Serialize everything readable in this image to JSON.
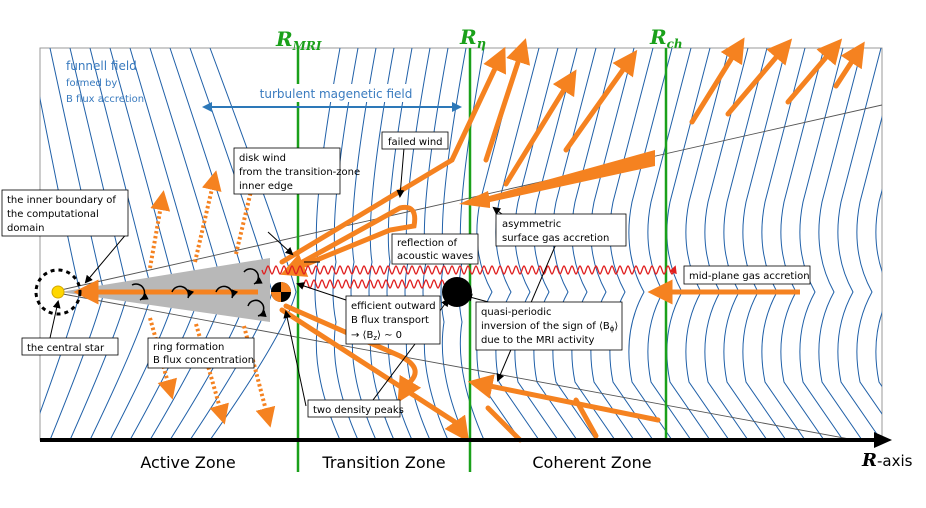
{
  "regions": {
    "inner": "funnell field",
    "inner_sub1": "formed by",
    "inner_sub2": "B flux accretion"
  },
  "radii": {
    "mri_main": "R",
    "mri_sub": "MRI",
    "eta_main": "R",
    "eta_sub": "η",
    "ch_main": "R",
    "ch_sub": "ch"
  },
  "turbulent_label": "turbulent magenetic field",
  "labels": {
    "failed_wind": "failed wind",
    "disk_wind_1": "disk wind",
    "disk_wind_2": "from the transition-zone",
    "disk_wind_3": "inner edge",
    "inner_boundary_1": "the inner boundary of",
    "inner_boundary_2": "the computational",
    "inner_boundary_3": "domain",
    "reflection_1": "reflection of",
    "reflection_2": "acoustic waves",
    "asym_1": "asymmetric",
    "asym_2": "surface gas accretion",
    "midplane": "mid-plane gas accretion",
    "efficient_1": "efficient outward",
    "efficient_2": "B flux transport",
    "efficient_3": "→ ⟨B",
    "efficient_3_sub": "z",
    "efficient_3_end": "⟩ ∼ 0",
    "quasi_1": "quasi-periodic",
    "quasi_2": "inversion of the sign of ⟨B",
    "quasi_2_sub": "ϕ",
    "quasi_2_end": "⟩",
    "quasi_3": "due to the MRI activity",
    "central_star": "the central star",
    "ring_1": "ring formation",
    "ring_2": "B flux concentration",
    "two_peaks": "two density peaks"
  },
  "zones": {
    "active": "Active Zone",
    "transition": "Transition Zone",
    "coherent": "Coherent Zone"
  },
  "axis": {
    "main": "R",
    "suffix": "-axis"
  },
  "colors": {
    "field": "#2060a8",
    "orange": "#f58220",
    "green": "#1aa01a",
    "red": "#e02020",
    "accent_text": "#3a7bbf"
  }
}
